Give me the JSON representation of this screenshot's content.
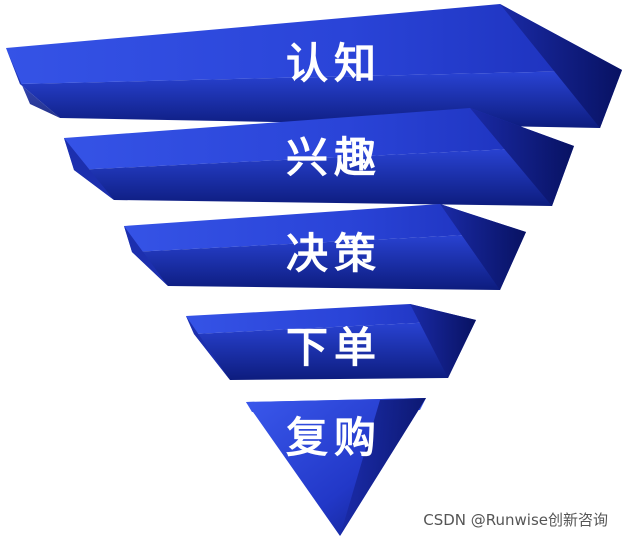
{
  "funnel": {
    "stages": [
      {
        "label": "认知"
      },
      {
        "label": "兴趣"
      },
      {
        "label": "决策"
      },
      {
        "label": "下单"
      },
      {
        "label": "复购"
      }
    ],
    "colors": {
      "top_light": "#4a6cf0",
      "top_dark": "#1d33c2",
      "front_light": "#2f49de",
      "front_dark": "#0f1f8a",
      "side": "#0a166a"
    }
  },
  "watermark": {
    "text": "CSDN @Runwise创新咨询"
  }
}
